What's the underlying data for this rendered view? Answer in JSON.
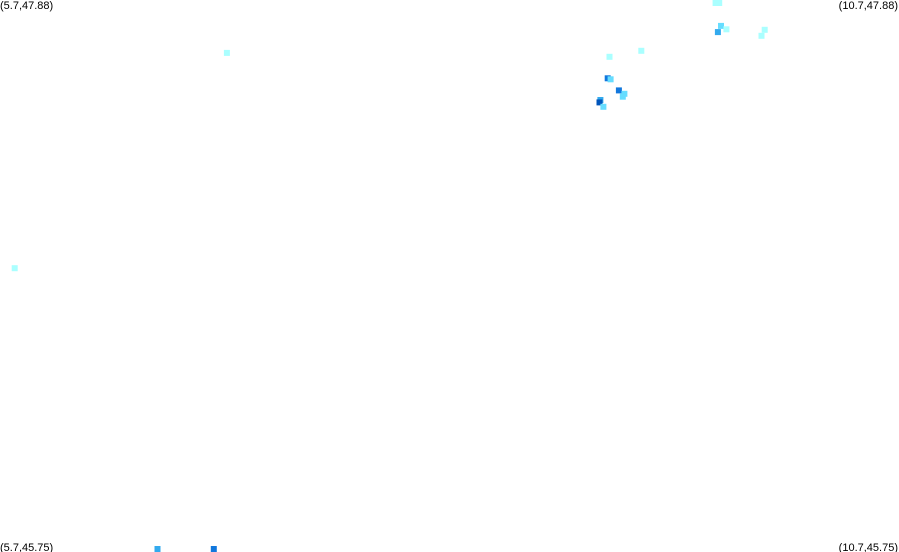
{
  "corners": {
    "top_left": "(5.7,47.88)",
    "top_right": "(10.7,47.88)",
    "bottom_left": "(5.7,45.75)",
    "bottom_right": "(10.7,45.75)"
  },
  "extent": {
    "lon_min": 5.7,
    "lon_max": 10.7,
    "lat_min": 45.75,
    "lat_max": 47.88
  },
  "colors": {
    "background": "#ffffff",
    "text": "#000000",
    "level_1": "#aaffff",
    "level_2": "#66ddff",
    "level_3": "#33aaee",
    "level_4": "#1177dd",
    "level_5": "#0055bb"
  },
  "points": [
    {
      "lon": 6.962,
      "lat": 47.676,
      "level": 1
    },
    {
      "lon": 5.782,
      "lat": 46.845,
      "level": 1
    },
    {
      "lon": 6.576,
      "lat": 45.756,
      "level": 3
    },
    {
      "lon": 6.889,
      "lat": 45.534,
      "level": 4
    },
    {
      "lon": 9.08,
      "lat": 47.578,
      "level": 4
    },
    {
      "lon": 9.096,
      "lat": 47.574,
      "level": 2
    },
    {
      "lon": 9.142,
      "lat": 47.531,
      "level": 4
    },
    {
      "lon": 9.173,
      "lat": 47.518,
      "level": 2
    },
    {
      "lon": 9.164,
      "lat": 47.507,
      "level": 2
    },
    {
      "lon": 9.039,
      "lat": 47.494,
      "level": 3
    },
    {
      "lon": 9.034,
      "lat": 47.485,
      "level": 5
    },
    {
      "lon": 9.056,
      "lat": 47.468,
      "level": 2
    },
    {
      "lon": 9.09,
      "lat": 47.661,
      "level": 1
    },
    {
      "lon": 9.267,
      "lat": 47.684,
      "level": 1
    },
    {
      "lon": 9.68,
      "lat": 47.98,
      "level": 1
    },
    {
      "lon": 9.7,
      "lat": 47.969,
      "level": 1
    },
    {
      "lon": 9.71,
      "lat": 47.78,
      "level": 2
    },
    {
      "lon": 9.693,
      "lat": 47.756,
      "level": 3
    },
    {
      "lon": 9.74,
      "lat": 47.767,
      "level": 1
    },
    {
      "lon": 9.953,
      "lat": 47.765,
      "level": 1
    },
    {
      "lon": 9.935,
      "lat": 47.742,
      "level": 1
    }
  ]
}
